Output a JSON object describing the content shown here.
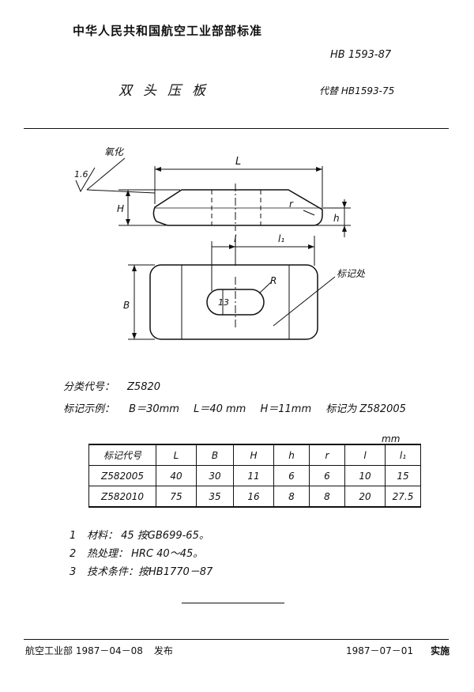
{
  "header": {
    "organization": "中华人民共和国航空工业部部标准",
    "standard_number": "HB 1593-87",
    "title": "双头压板",
    "replaces": "代替 HB1593-75"
  },
  "drawing": {
    "surface_finish_note": "氧化",
    "roughness_value": "1.6",
    "dim_L": "L",
    "dim_H": "H",
    "dim_h": "h",
    "dim_r": "r",
    "dim_l": "l",
    "dim_l1": "l₁",
    "dim_R": "R",
    "dim_B": "B",
    "dim_13": "13",
    "marking_position": "标记处"
  },
  "classification": {
    "label": "分类代号：",
    "value": "Z5820"
  },
  "marking_example": {
    "label": "标记示例：",
    "B": "B＝30mm",
    "L": "L＝40 mm",
    "H": "H＝11mm",
    "marking": "标记为 Z582005"
  },
  "unit": "mm",
  "table": {
    "headers": [
      "标记代号",
      "L",
      "B",
      "H",
      "h",
      "r",
      "l",
      "l₁"
    ],
    "rows": [
      [
        "Z582005",
        "40",
        "30",
        "11",
        "6",
        "6",
        "10",
        "15"
      ],
      [
        "Z582010",
        "75",
        "35",
        "16",
        "8",
        "8",
        "20",
        "27.5"
      ]
    ]
  },
  "notes": [
    {
      "num": "1",
      "text": "材料：  45    按GB699-65。"
    },
    {
      "num": "2",
      "text": "热处理： HRC 40～45。"
    },
    {
      "num": "3",
      "text": "技术条件：按HB1770－87"
    }
  ],
  "footer": {
    "issuer": "航空工业部 1987－04－08",
    "published": "发布",
    "implement_date": "1987－07－01",
    "implement": "实施"
  }
}
